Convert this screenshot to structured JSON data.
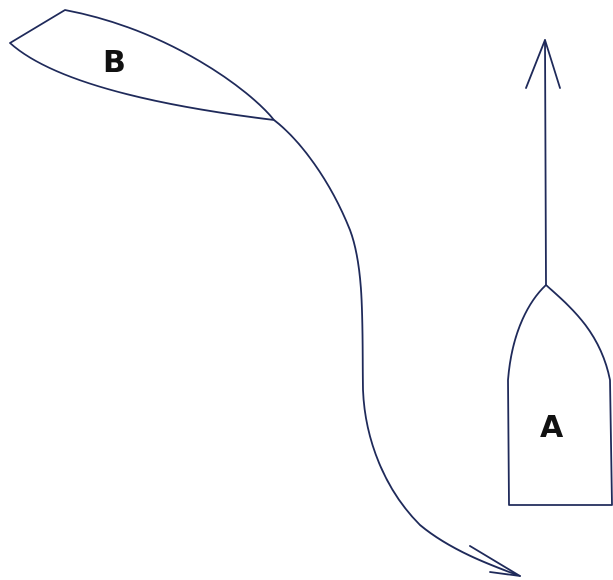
{
  "diagram": {
    "boats": [
      {
        "id": "B",
        "label": "B"
      },
      {
        "id": "A",
        "label": "A"
      }
    ],
    "colors": {
      "ink": "#1f2a5a",
      "label": "#111111",
      "background": "#ffffff"
    }
  }
}
